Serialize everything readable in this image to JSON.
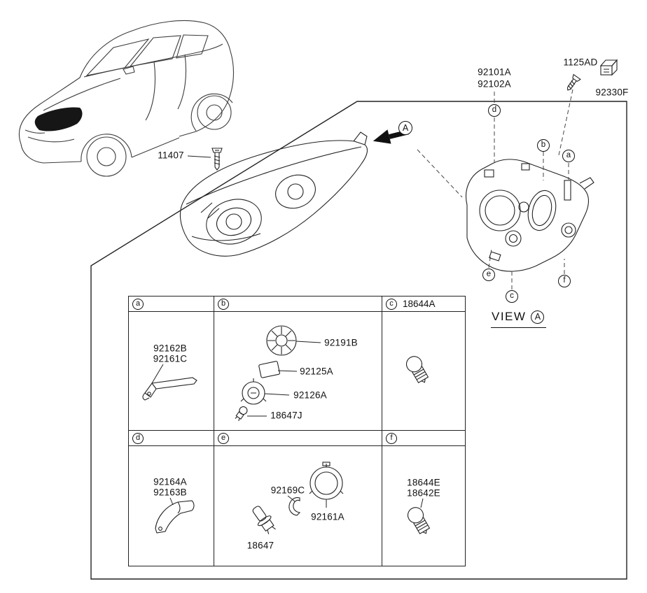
{
  "diagram": {
    "part_labels": {
      "bolt": "11407",
      "headlamp_assy_1": "92101A",
      "headlamp_assy_2": "92102A",
      "screw": "1125AD",
      "connector": "92330F"
    },
    "view": {
      "label": "VIEW",
      "ref": "A"
    },
    "arrow_ref": "A",
    "callouts": {
      "a": "a",
      "b": "b",
      "c": "c",
      "d": "d",
      "e": "e",
      "f": "f"
    }
  },
  "table": {
    "cells": [
      {
        "letter": "a",
        "header_part": "",
        "parts": [
          "92162B",
          "92161C"
        ]
      },
      {
        "letter": "b",
        "header_part": "",
        "parts": [
          "92191B",
          "92125A",
          "92126A",
          "18647J"
        ]
      },
      {
        "letter": "c",
        "header_part": "18644A",
        "parts": []
      },
      {
        "letter": "d",
        "header_part": "",
        "parts": [
          "92164A",
          "92163B"
        ]
      },
      {
        "letter": "e",
        "header_part": "",
        "parts": [
          "92169C",
          "92161A",
          "18647"
        ]
      },
      {
        "letter": "f",
        "header_part": "",
        "parts": [
          "18644E",
          "18642E"
        ]
      }
    ]
  }
}
